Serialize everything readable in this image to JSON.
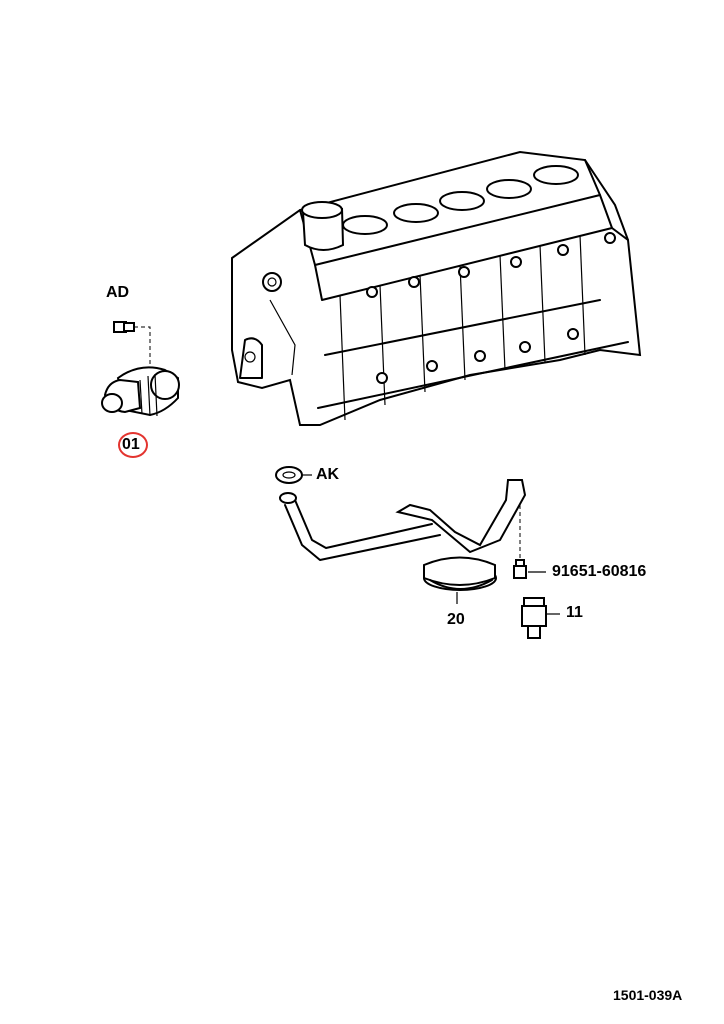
{
  "parts": [
    {
      "id": "ad",
      "label": "AD"
    },
    {
      "id": "01",
      "label": "01",
      "highlighted": true
    },
    {
      "id": "ak",
      "label": "AK"
    },
    {
      "id": "91651",
      "label": "91651-60816"
    },
    {
      "id": "20",
      "label": "20"
    },
    {
      "id": "11",
      "label": "11"
    }
  ],
  "diagram_ref": "1501-039A",
  "colors": {
    "highlight": "#e3342f",
    "line": "#000000",
    "background": "#ffffff"
  }
}
